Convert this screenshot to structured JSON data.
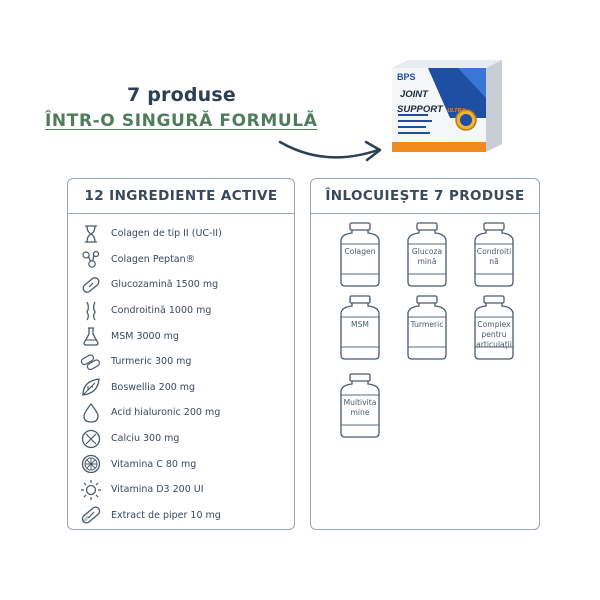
{
  "headline": {
    "line1": "7 produse",
    "line2": "ÎNTR-O SINGURĂ FORMULĂ"
  },
  "product_box": {
    "brand": "BPS",
    "name_line1": "JOINT",
    "name_line2": "SUPPORT",
    "name_suffix": "ULTRA"
  },
  "ingredients_panel": {
    "title": "12 INGREDIENTE ACTIVE",
    "items": [
      {
        "icon": "hourglass-icon",
        "label": "Colagen de tip II (UC-II)"
      },
      {
        "icon": "molecule-icon",
        "label": "Colagen Peptan®"
      },
      {
        "icon": "capsule-icon",
        "label": "Glucozamină 1500 mg"
      },
      {
        "icon": "joint-icon",
        "label": "Condroitină 1000 mg"
      },
      {
        "icon": "flask-icon",
        "label": "MSM 3000 mg"
      },
      {
        "icon": "capsule-group-icon",
        "label": "Turmeric 300 mg"
      },
      {
        "icon": "leaf-icon",
        "label": "Boswellia 200 mg"
      },
      {
        "icon": "droplet-icon",
        "label": "Acid hialuronic 200 mg"
      },
      {
        "icon": "calcium-icon",
        "label": "Calciu 300 mg"
      },
      {
        "icon": "citrus-icon",
        "label": "Vitamina C 80 mg"
      },
      {
        "icon": "sun-icon",
        "label": "Vitamina D3 200 UI"
      },
      {
        "icon": "pill-icon",
        "label": "Extract de piper 10 mg"
      }
    ]
  },
  "replaces_panel": {
    "title": "ÎNLOCUIEȘTE 7 PRODUSE",
    "bottles": [
      {
        "label": "Colagen"
      },
      {
        "label": "Glucoza mină"
      },
      {
        "label": "Condroiti nă"
      },
      {
        "label": "MSM"
      },
      {
        "label": "Turmeric"
      },
      {
        "label": "Complex pentru articulații"
      },
      {
        "label": "Multivita mine"
      }
    ]
  },
  "colors": {
    "text_dark": "#2d3f52",
    "accent_green": "#4f7d5a",
    "panel_border": "#9aa6b5",
    "box_blue": "#1f4fa3",
    "box_orange": "#f08a1c"
  }
}
